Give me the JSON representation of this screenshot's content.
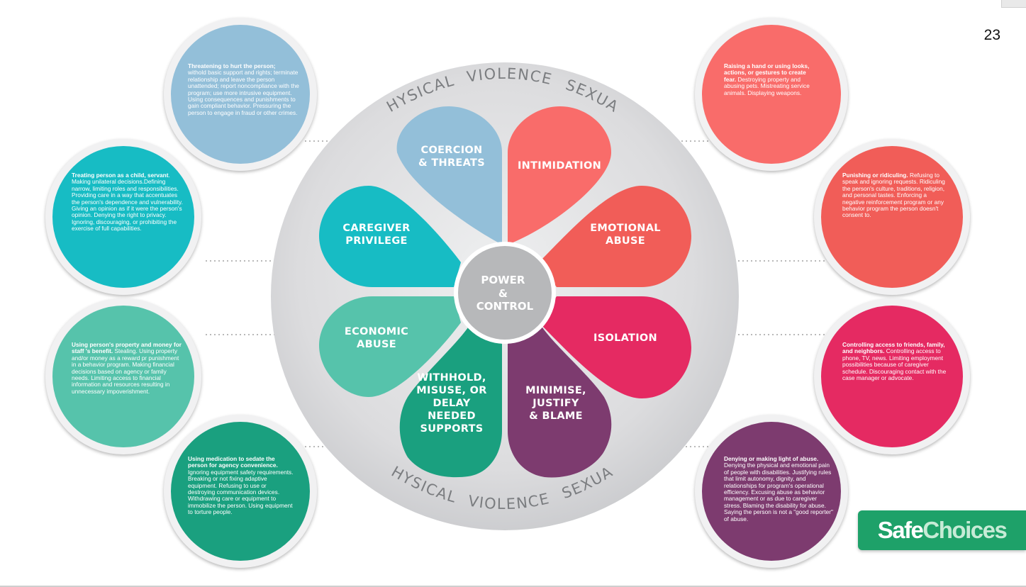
{
  "colors": {
    "coercion": "#93bfd9",
    "intimidation": "#f96c6a",
    "emotional": "#f15d58",
    "caregiver": "#17bcc4",
    "isolation": "#e52a62",
    "economic": "#56c3ab",
    "withhold": "#1aa07f",
    "minimise": "#7d3b6f",
    "center": "#b7b8ba",
    "ring": "#d2d3d5",
    "logo": "#1ea169"
  },
  "page_number": "23",
  "arc": {
    "top": [
      "PHYSICAL",
      "VIOLENCE",
      "SEXUAL"
    ],
    "bottom": [
      "PHYSICAL",
      "VIOLENCE",
      "SEXUAL"
    ]
  },
  "center": {
    "lines": [
      "POWER",
      "&",
      "CONTROL"
    ]
  },
  "petals": {
    "coercion": [
      "COERCION",
      "& THREATS"
    ],
    "intimidation": [
      "INTIMIDATION"
    ],
    "caregiver": [
      "CAREGIVER",
      "PRIVILEGE"
    ],
    "emotional": [
      "EMOTIONAL",
      "ABUSE"
    ],
    "economic": [
      "ECONOMIC",
      "ABUSE"
    ],
    "isolation": [
      "ISOLATION"
    ],
    "withhold": [
      "WITHHOLD,",
      "MISUSE, OR",
      "DELAY",
      "NEEDED",
      "SUPPORTS"
    ],
    "minimise": [
      "MINIMISE,",
      "JUSTIFY",
      "& BLAME"
    ]
  },
  "descriptions": {
    "coercion": {
      "bold": "Threatening to hurt the person;",
      "text": "withold basic support and rights; terminate relationship and leave the person unattended; report noncompliance with the program; use more intrusive equipment. Using consequences and punishments to gain compliant behavior. Pressuring the person to engage in fraud or other crimes."
    },
    "caregiver": {
      "bold": "Treating person as a child, servant",
      "text": ". Making unilateral decisions.Defining narrow, limiting roles and responsibilities. Providing care in a way that accentuates the person's dependence and vulnerability. Giving an opinion as if it were the person's opinion. Denying the right to privacy. Ignoring, discouraging, or prohibiting the exercise of full capabilities."
    },
    "economic": {
      "bold": "Using person's property and money for staff 's benefit.",
      "text": " Stealing. Using property and/or money as a reward pr punishment in a behavior program. Making financial decisions based on agency or family needs. Limiting access to financial information and resources resulting in unnecessary impoverishment."
    },
    "withhold": {
      "bold": "Using medication to sedate the person for agency convenience.",
      "text": " Ignoring equipment safety requirements. Breaking or not fixing adaptive equipment. Refusing to use or destroying communication devices. Withdrawing care or equipment to immobilize the person. Using equipment to torture people."
    },
    "intimidation": {
      "bold": "Raising a hand or using looks, actions, or gestures to create fear.",
      "text": " Destroying property and abusing pets. Mistreating service animals. Displaying weapons."
    },
    "emotional": {
      "bold": "Punishing or ridiculing.",
      "text": " Refusing to speak and ignoring requests. Ridiculing the person's culture, traditions, religion, and personal tastes. Enforcing a negative reinforcement program or any behavior program the person doesn't consent to."
    },
    "isolation": {
      "bold": "Controlling access to friends, family, and neighbors.",
      "text": " Controlling access to phone, TV, news. Limiting employment possibilities because of caregiver schedule. Discouraging contact with the case manager or advocate."
    },
    "minimise": {
      "bold": "Denying or making light of abuse.",
      "text": " Denying the physical and emotional pain of people with disabilities. Justifying rules that limit autonomy, dignity, and relationships for program's operational efficiency. Excusing abuse as behavior management or as due to caregiver stress. Blaming the disability for abuse. Saying the person is not a \"good reporter\" of abuse."
    }
  },
  "logo": {
    "part1": "Safe",
    "part2": "Choices"
  }
}
